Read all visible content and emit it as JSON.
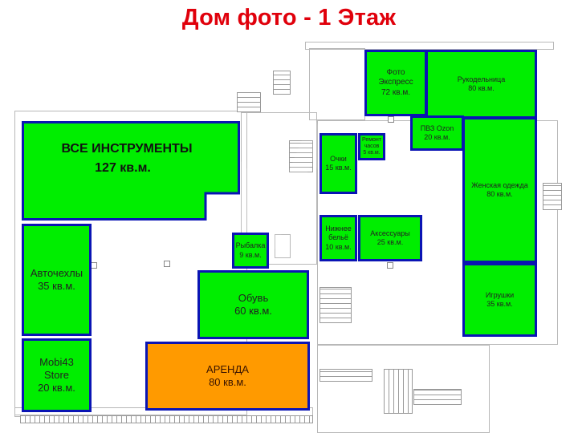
{
  "title": "Дом фото - 1 Этаж",
  "colors": {
    "title": "#e0000b",
    "occupied_fill": "#00ee00",
    "available_fill": "#ff9a00",
    "border": "#0a14b4"
  },
  "rooms": {
    "vse_instrumenty": {
      "name": "ВСЕ ИНСТРУМЕНТЫ",
      "area": "127 кв.м."
    },
    "avtochekhly": {
      "name": "Авточехлы",
      "area": "35 кв.м."
    },
    "mobi43": {
      "name": "Mobi43",
      "name2": "Store",
      "area": "20 кв.м."
    },
    "arenda": {
      "name": "АРЕНДА",
      "area": "80 кв.м."
    },
    "obuv": {
      "name": "Обувь",
      "area": "60 кв.м."
    },
    "rybalka": {
      "name": "Рыбалка",
      "area": "9 кв.м."
    },
    "ochki": {
      "name": "Очки",
      "area": "15 кв.м."
    },
    "remont_chasov": {
      "name": "Ремонт",
      "name2": "часов",
      "area": "5 кв.м."
    },
    "nizhnee_bele": {
      "name": "Нижнее",
      "name2": "бельё",
      "area": "10 кв.м."
    },
    "aksessuary": {
      "name": "Аксессуары",
      "area": "25 кв.м."
    },
    "foto_ekspress": {
      "name": "Фото",
      "name2": "Экспресс",
      "area": "72 кв.м."
    },
    "rukodelnitsa": {
      "name": "Рукодельница",
      "area": "80 кв.м."
    },
    "pvz_ozon": {
      "name": "ПВЗ Ozon",
      "area": "20 кв.м."
    },
    "zhenskaya_odezhda": {
      "name": "Женская одежда",
      "area": "80 кв.м."
    },
    "igrushki": {
      "name": "Игрушки",
      "area": "35 кв.м."
    }
  }
}
